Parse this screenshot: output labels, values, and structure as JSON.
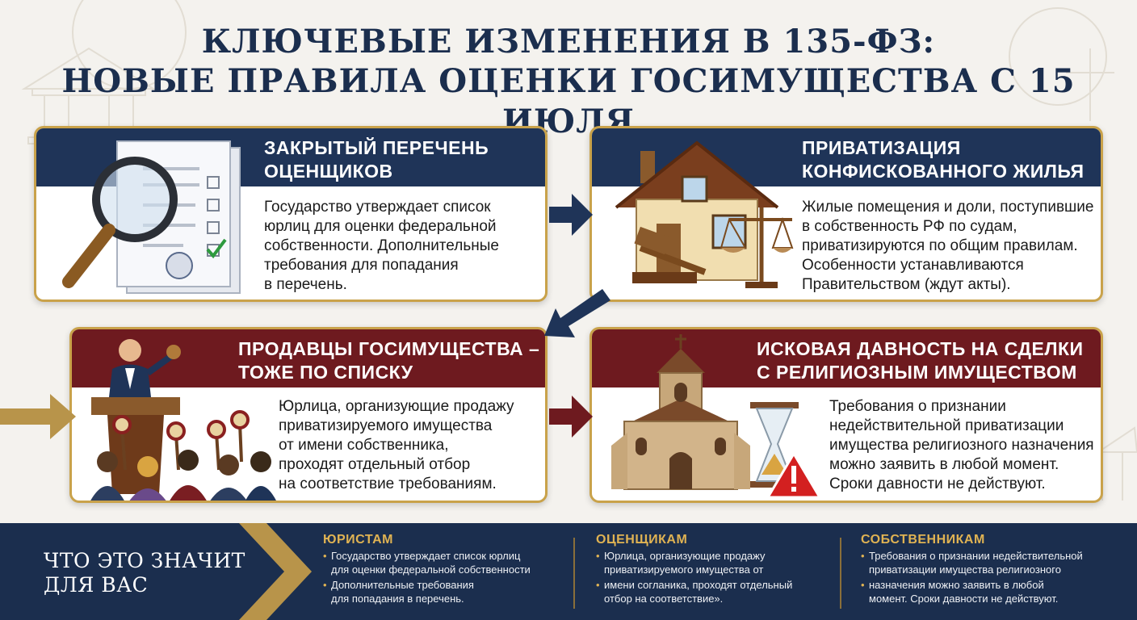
{
  "title": {
    "line1": "КЛЮЧЕВЫЕ ИЗМЕНЕНИЯ В 135-ФЗ:",
    "line2": "НОВЫЕ ПРАВИЛА ОЦЕНКИ ГОСИМУЩЕСТВА С 15 ИЮЛЯ"
  },
  "cards": {
    "appraisers": {
      "title_l1": "ЗАКРЫТЫЙ ПЕРЕЧЕНЬ",
      "title_l2": "ОЦЕНЩИКОВ",
      "body": [
        "Государство утверждает список",
        "юрлиц для оценки федеральной",
        "собственности. Дополнительные",
        "требования для попадания",
        "в перечень."
      ],
      "icon": "document-magnifier-icon"
    },
    "housing": {
      "title_l1": "ПРИВАТИЗАЦИЯ",
      "title_l2": "КОНФИСКОВАННОГО ЖИЛЬЯ",
      "body": [
        "Жилые помещения и доли, поступившие",
        "в собственность РФ по судам,",
        "приватизируются по общим правилам.",
        "Особенности устанавливаются",
        "Правительством (ждут акты)."
      ],
      "icon": "house-gavel-scales-icon"
    },
    "sellers": {
      "title_l1": "ПРОДАВЦЫ ГОСИМУЩЕСТВА –",
      "title_l2": "ТОЖЕ ПО СПИСКУ",
      "body": [
        "Юрлица, организующие продажу",
        "приватизируемого имущества",
        "от имени собственника,",
        "проходят отдельный отбор",
        "на соответствие требованиям."
      ],
      "icon": "auction-icon"
    },
    "religious": {
      "title_l1": "ИСКОВАЯ ДАВНОСТЬ НА СДЕЛКИ",
      "title_l2": "С РЕЛИГИОЗНЫМ ИМУЩЕСТВОМ",
      "body": [
        "Требования о признании",
        "недействительной приватизации",
        "имущества религиозного назначения",
        "можно заявить в любой момент.",
        "Сроки давности не действуют."
      ],
      "icon": "church-hourglass-warning-icon"
    }
  },
  "footer": {
    "title_l1": "ЧТО ЭТО ЗНАЧИТ",
    "title_l2": "ДЛЯ ВАС",
    "lawyers": {
      "heading": "ЮРИСТАМ",
      "items": [
        "Государство утверждает список юрлиц\nдля оценки федеральной собственности",
        "Дополнительные требования\nдля попадания в перечень."
      ]
    },
    "appraisers": {
      "heading": "ОЦЕНЩИКАМ",
      "items": [
        "Юрлица, организующие продажу\nприватизируемого имущества от",
        "имени согланика, проходят отдельный\nотбор на соответствие»."
      ]
    },
    "owners": {
      "heading": "СОБСТВЕННИКАМ",
      "items": [
        "Требования о признании недействительной\nприватизации имущества религиозного",
        "назначения можно заявить в любой\nмомент. Сроки давности не действуют."
      ]
    }
  },
  "colors": {
    "navy": "#1f3458",
    "maroon": "#6e1a1f",
    "gold": "#c9a24a",
    "background": "#f4f2ee"
  }
}
